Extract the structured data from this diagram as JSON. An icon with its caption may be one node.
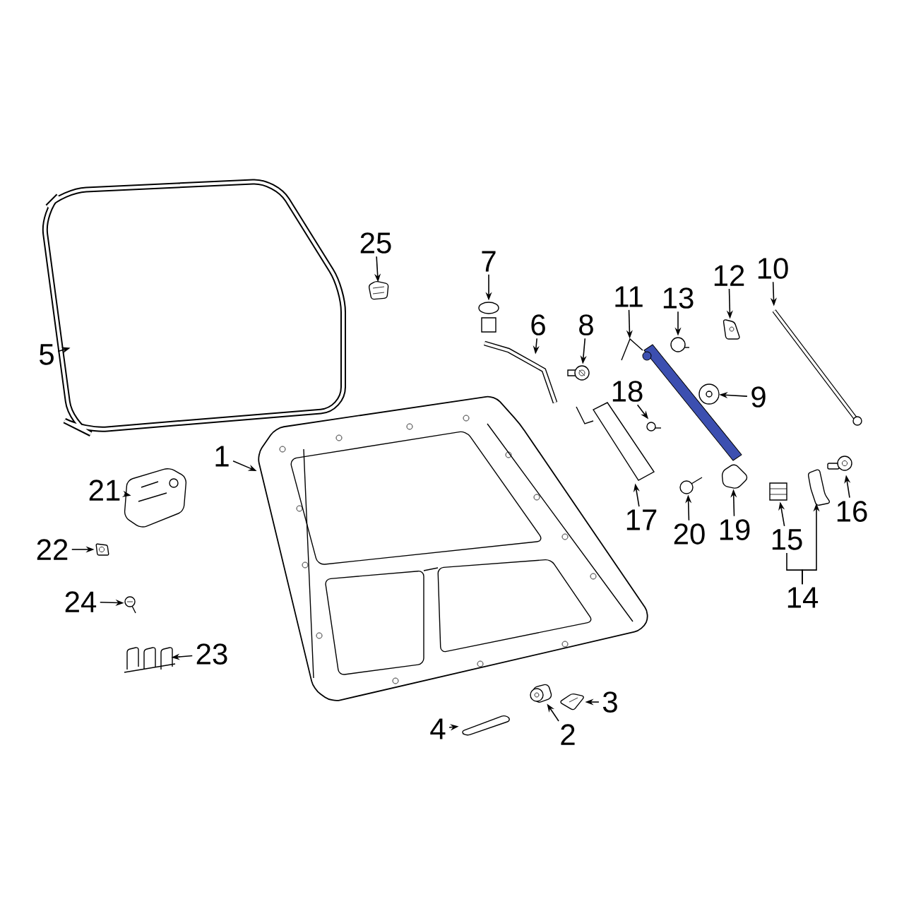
{
  "diagram": {
    "nodes": [
      {
        "text": [
          "1"
        ]
      },
      {
        "text": [],
        "shape": "picture"
      },
      {
        "text": [
          "2"
        ]
      },
      {
        "text": [],
        "shape": "picture"
      },
      {
        "text": [
          "3"
        ]
      },
      {
        "text": [],
        "shape": "picture"
      },
      {
        "text": [
          "4"
        ]
      },
      {
        "text": [],
        "shape": "picture"
      },
      {
        "text": [
          "5"
        ]
      },
      {
        "text": [],
        "shape": "picture"
      },
      {
        "text": [
          "6"
        ]
      },
      {
        "text": [],
        "shape": "picture"
      },
      {
        "text": [
          "7"
        ]
      },
      {
        "text": [],
        "shape": "picture"
      },
      {
        "text": [
          "8"
        ]
      },
      {
        "text": [],
        "shape": "picture"
      },
      {
        "text": [
          "9"
        ]
      },
      {
        "text": [],
        "shape": "picture"
      },
      {
        "text": [
          "10"
        ]
      },
      {
        "text": [],
        "shape": "picture"
      },
      {
        "text": [
          "11"
        ]
      },
      {
        "text": [],
        "shape": "picture"
      },
      {
        "text": [
          "12"
        ]
      },
      {
        "text": [],
        "shape": "picture"
      },
      {
        "text": [
          "13"
        ]
      },
      {
        "text": [],
        "shape": "picture"
      },
      {
        "text": [
          "14"
        ]
      },
      {
        "text": [],
        "shape": "picture"
      },
      {
        "text": [
          "15"
        ]
      },
      {
        "text": [],
        "shape": "picture"
      },
      {
        "text": [
          "16"
        ]
      },
      {
        "text": [],
        "shape": "picture"
      },
      {
        "text": [
          "17"
        ]
      },
      {
        "text": [],
        "shape": "picture"
      },
      {
        "text": [
          "18"
        ]
      },
      {
        "text": [],
        "shape": "picture"
      },
      {
        "text": [
          "19"
        ]
      },
      {
        "text": [],
        "shape": "picture"
      },
      {
        "text": [
          "20"
        ]
      },
      {
        "text": [],
        "shape": "picture"
      },
      {
        "text": [
          "21"
        ]
      },
      {
        "text": [],
        "shape": "picture"
      },
      {
        "text": [
          "22"
        ]
      },
      {
        "text": [],
        "shape": "picture"
      },
      {
        "text": [
          "23"
        ]
      },
      {
        "text": [],
        "shape": "picture"
      },
      {
        "text": [
          "24"
        ]
      },
      {
        "text": [],
        "shape": "picture"
      },
      {
        "text": [
          "25"
        ]
      },
      {
        "text": [],
        "shape": "picture"
      }
    ],
    "edges": [
      {
        "from": 0,
        "to": 1,
        "arrow": "to"
      },
      {
        "from": 2,
        "to": 3,
        "arrow": "to"
      },
      {
        "from": 4,
        "to": 5,
        "arrow": "to"
      },
      {
        "from": 6,
        "to": 7,
        "arrow": "to"
      },
      {
        "from": 8,
        "to": 9,
        "arrow": "to"
      },
      {
        "from": 10,
        "to": 11,
        "arrow": "to"
      },
      {
        "from": 12,
        "to": 13,
        "arrow": "to"
      },
      {
        "from": 14,
        "to": 15,
        "arrow": "to"
      },
      {
        "from": 16,
        "to": 17,
        "arrow": "to"
      },
      {
        "from": 18,
        "to": 19,
        "arrow": "to"
      },
      {
        "from": 20,
        "to": 21,
        "arrow": "to"
      },
      {
        "from": 22,
        "to": 23,
        "arrow": "to"
      },
      {
        "from": 24,
        "to": 25,
        "arrow": "to"
      },
      {
        "from": 26,
        "to": 27,
        "arrow": "to"
      },
      {
        "from": 26,
        "to": 28,
        "arrow": "none"
      },
      {
        "from": 28,
        "to": 29,
        "arrow": "to"
      },
      {
        "from": 30,
        "to": 31,
        "arrow": "to"
      },
      {
        "from": 32,
        "to": 33,
        "arrow": "to"
      },
      {
        "from": 34,
        "to": 35,
        "arrow": "to"
      },
      {
        "from": 36,
        "to": 37,
        "arrow": "to"
      },
      {
        "from": 38,
        "to": 39,
        "arrow": "to"
      },
      {
        "from": 40,
        "to": 41,
        "arrow": "to"
      },
      {
        "from": 42,
        "to": 43,
        "arrow": "to"
      },
      {
        "from": 44,
        "to": 45,
        "arrow": "to"
      },
      {
        "from": 46,
        "to": 47,
        "arrow": "to"
      },
      {
        "from": 48,
        "to": 49,
        "arrow": "to"
      }
    ]
  }
}
